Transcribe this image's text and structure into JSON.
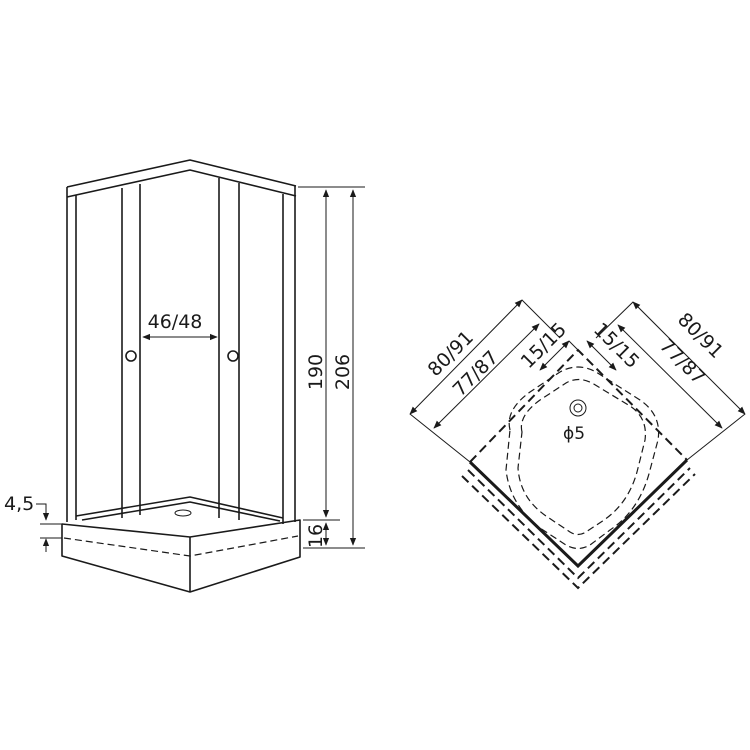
{
  "side_view": {
    "width_dim": "46/48",
    "height_inner": "190",
    "height_total": "206",
    "tray_height": "16",
    "tray_step": "4,5"
  },
  "top_view": {
    "outer_left": "80/91",
    "inner_left": "77/87",
    "corner_left": "15/15",
    "corner_right": "15/15",
    "inner_right": "77/87",
    "outer_right": "80/91",
    "drain": "ϕ5"
  }
}
